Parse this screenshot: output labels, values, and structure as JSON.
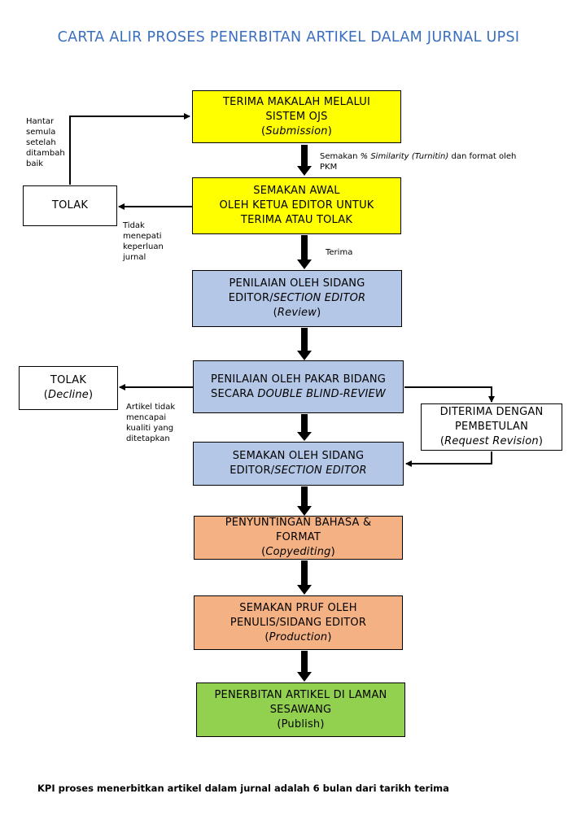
{
  "title": "CARTA ALIR PROSES PENERBITAN ARTIKEL DALAM JURNAL UPSI",
  "steps": {
    "submission": {
      "line1": "TERIMA MAKALAH MELALUI",
      "line2": "SISTEM OJS",
      "line3_pre": "(",
      "line3_em": "Submission",
      "line3_post": ")"
    },
    "initial_check": {
      "line1": "SEMAKAN AWAL",
      "line2": "OLEH KETUA EDITOR UNTUK",
      "line3": "TERIMA ATAU TOLAK"
    },
    "section_review": {
      "line1": "PENILAIAN OLEH SIDANG",
      "line2_pre": "EDITOR/",
      "line2_em": "SECTION EDITOR",
      "line3_pre": "(",
      "line3_em": "Review",
      "line3_post": ")"
    },
    "expert_review": {
      "line1": "PENILAIAN OLEH PAKAR BIDANG",
      "line2_pre": "SECARA ",
      "line2_em": "DOUBLE BLIND-REVIEW"
    },
    "section_check": {
      "line1": "SEMAKAN OLEH SIDANG",
      "line2_pre": "EDITOR/",
      "line2_em": "SECTION EDITOR"
    },
    "copyediting": {
      "line1": "PENYUNTINGAN BAHASA &",
      "line2": "FORMAT",
      "line3_pre": "(",
      "line3_em": "Copyediting",
      "line3_post": ")"
    },
    "production": {
      "line1": "SEMAKAN PRUF OLEH",
      "line2": "PENULIS/SIDANG EDITOR",
      "line3_pre": "(",
      "line3_em": "Production",
      "line3_post": ")"
    },
    "publish": {
      "line1": "PENERBITAN ARTIKEL DI LAMAN",
      "line2": "SESAWANG",
      "line3": "(Publish)"
    },
    "reject1": {
      "line1": "TOLAK"
    },
    "reject2": {
      "line1": "TOLAK",
      "line2_pre": "(",
      "line2_em": "Decline",
      "line2_post": ")"
    },
    "revision": {
      "line1": "DITERIMA DENGAN",
      "line2": "PEMBETULAN",
      "line3_pre": "(",
      "line3_em": "Request Revision",
      "line3_post": ")"
    }
  },
  "notes": {
    "resubmit": [
      "Hantar",
      "semula",
      "setelah",
      "ditambah",
      "baik"
    ],
    "similarity_pre": "Semakan ",
    "similarity_em": "% Similarity (Turnitin)",
    "similarity_post": " dan format oleh",
    "similarity_line2": "PKM",
    "not_meet": [
      "Tidak",
      "menepati",
      "keperluan",
      "jurnal"
    ],
    "accept": "Terima",
    "quality": [
      "Artikel tidak",
      "mencapai",
      "kualiti yang",
      "ditetapkan"
    ]
  },
  "footer": "KPI proses menerbitkan artikel dalam jurnal adalah 6 bulan dari tarikh terima",
  "colors": {
    "title": "#3a6fbf",
    "yellow": "#ffff00",
    "blue": "#b4c7e7",
    "orange": "#f4b183",
    "green": "#92d050",
    "line": "#000000"
  }
}
